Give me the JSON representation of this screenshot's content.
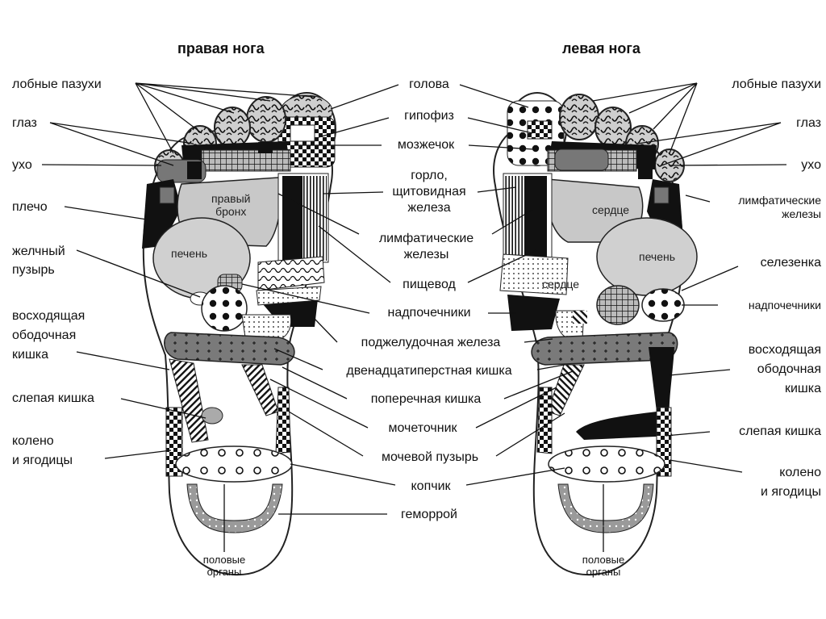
{
  "titles": {
    "right_foot": "правая нога",
    "left_foot": "левая нога"
  },
  "left_labels": {
    "sinuses": "лобные пазухи",
    "eye": "глаз",
    "ear": "ухо",
    "shoulder": "плечо",
    "gallbladder": "желчный\nпузырь",
    "ascending_colon": "восходящая\nободочная\nкишка",
    "cecum": "слепая кишка",
    "knee": "колено\nи ягодицы"
  },
  "center_labels": {
    "head": "голова",
    "pituitary": "гипофиз",
    "cerebellum": "мозжечок",
    "throat": "горло,\nщитовидная\nжелеза",
    "lymph": "лимфатические\nжелезы",
    "esophagus": "пищевод",
    "adrenals": "надпочечники",
    "pancreas": "поджелудочная железа",
    "duodenum": "двенадцатиперстная кишка",
    "transverse": "поперечная кишка",
    "ureter": "мочеточник",
    "bladder": "мочевой пузырь",
    "coccyx": "копчик",
    "hemorrhoids": "геморрой"
  },
  "right_labels": {
    "sinuses": "лобные пазухи",
    "eye": "глаз",
    "ear": "ухо",
    "lymph": "лимфатические\nжелезы",
    "spleen": "селезенка",
    "adrenals": "надпочечники",
    "ascending_colon": "восходящая\nободочная\nкишка",
    "cecum": "слепая кишка",
    "knee": "колено\nи ягодицы"
  },
  "bottom_labels": {
    "genitals_right": "половые\nорганы",
    "genitals_left": "половые\nорганы"
  },
  "inner_labels": {
    "right_bronchus": "правый\nбронх",
    "right_liver": "печень",
    "left_heart": "сердце",
    "left_liver": "печень",
    "left_heart2": "сердце"
  }
}
